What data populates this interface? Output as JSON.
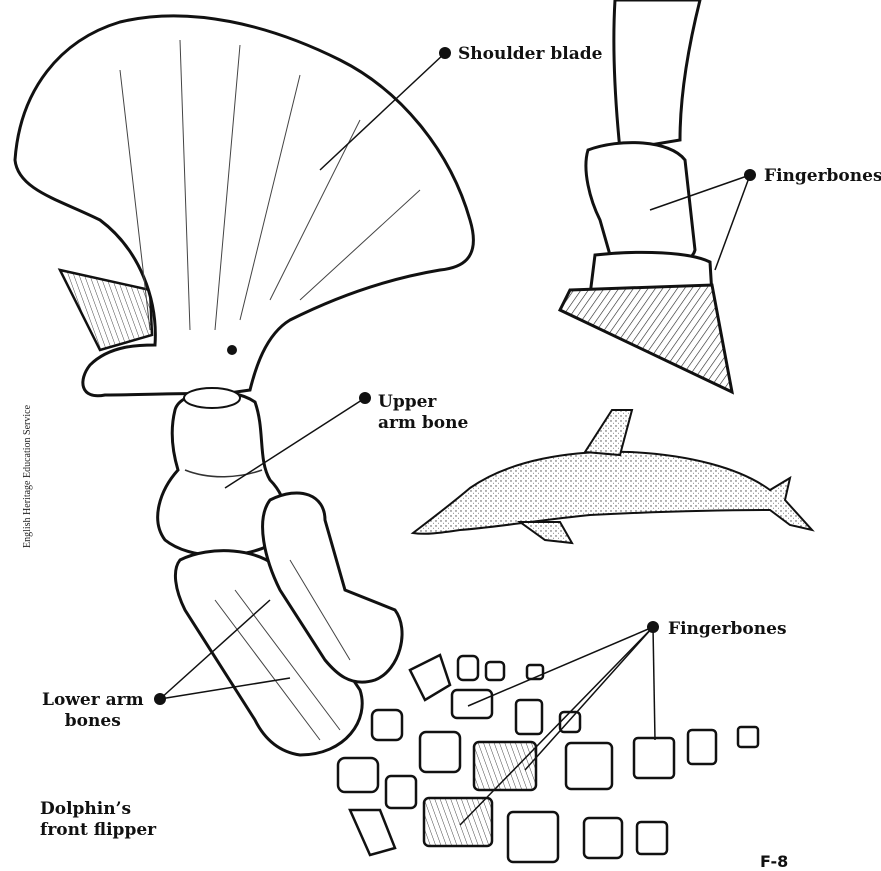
{
  "labels": {
    "shoulder_blade": "Shoulder blade",
    "fingerbones_top": "Fingerbones",
    "upper_arm_bone": "Upper\narm bone",
    "fingerbones_middle": "Fingerbones",
    "lower_arm_bones": "Lower arm\nbones",
    "caption": "Dolphin’s\nfront flipper"
  },
  "credit": "English Heritage Education Service",
  "figure_mark": "F-8",
  "colors": {
    "ink": "#111111",
    "paper": "#ffffff",
    "shade": "#555555"
  }
}
